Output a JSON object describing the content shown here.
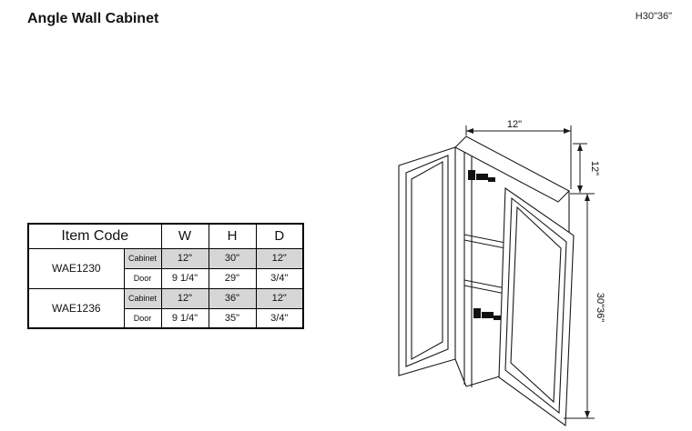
{
  "header": {
    "title": "Angle Wall Cabinet",
    "model_label": "H30\"36\""
  },
  "table": {
    "col_item_code": "Item Code",
    "col_w": "W",
    "col_h": "H",
    "col_d": "D",
    "row_type_cabinet": "Cabinet",
    "row_type_door": "Door",
    "items": [
      {
        "code": "WAE1230",
        "cabinet": {
          "w": "12\"",
          "h": "30\"",
          "d": "12\""
        },
        "door": {
          "w": "9 1/4\"",
          "h": "29\"",
          "d": "3/4\""
        }
      },
      {
        "code": "WAE1236",
        "cabinet": {
          "w": "12\"",
          "h": "36\"",
          "d": "12\""
        },
        "door": {
          "w": "9 1/4\"",
          "h": "35\"",
          "d": "3/4\""
        }
      }
    ]
  },
  "diagram": {
    "dim_top_width": "12\"",
    "dim_top_height": "12\"",
    "dim_cabinet_height": "30\"36\""
  }
}
